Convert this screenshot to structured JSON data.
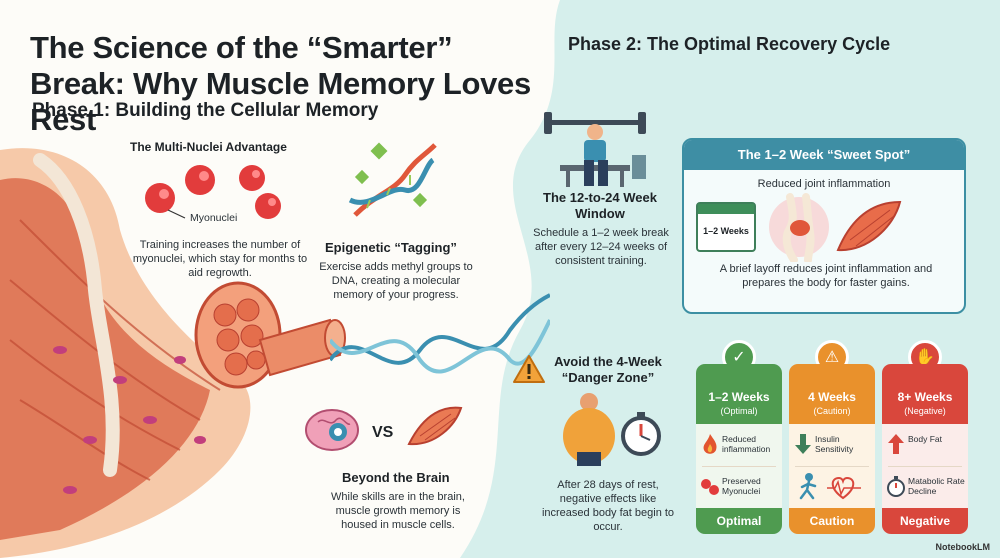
{
  "title": "The Science of the “Smarter” Break: Why Muscle Memory Loves Rest",
  "phase1": {
    "heading": "Phase 1: Building the Cellular Memory",
    "nuclei": {
      "heading": "The Multi-Nuclei Advantage",
      "label": "Myonuclei",
      "text": "Training increases the number of myonuclei, which stay for months to aid regrowth."
    },
    "epigenetic": {
      "heading": "Epigenetic “Tagging”",
      "text": "Exercise adds methyl groups to DNA, creating a molecular memory of your progress."
    },
    "brain": {
      "vs": "VS",
      "heading": "Beyond the Brain",
      "text": "While skills are in the brain, muscle growth memory is housed in muscle cells."
    }
  },
  "phase2": {
    "heading": "Phase 2: The Optimal Recovery Cycle",
    "window": {
      "heading": "The 12-to-24 Week Window",
      "text": "Schedule a 1–2 week break after every 12–24 weeks of consistent training."
    },
    "sweet_spot": {
      "heading": "The 1–2 Week “Sweet Spot”",
      "subtitle": "Reduced joint inflammation",
      "calendar": "1–2 Weeks",
      "text": "A brief layoff reduces joint inflammation and prepares the body for faster gains."
    },
    "danger": {
      "heading": "Avoid the 4-Week “Danger Zone”",
      "text": "After 28 days of rest, negative effects like increased body fat begin to occur."
    },
    "columns": [
      {
        "title": "1–2 Weeks",
        "sub": "(Optimal)",
        "item1": "Reduced inflammation",
        "item2": "Preserved Myonuclei",
        "footer": "Optimal",
        "color": "#4f9b50"
      },
      {
        "title": "4 Weeks",
        "sub": "(Caution)",
        "item1": "Insulin Sensitivity",
        "item2": "",
        "footer": "Caution",
        "color": "#e9912c"
      },
      {
        "title": "8+ Weeks",
        "sub": "(Negative)",
        "item1": "Body Fat",
        "item2": "Matabolic Rate Decline",
        "footer": "Negative",
        "color": "#d9473c"
      }
    ]
  },
  "brand": "NotebookLM"
}
